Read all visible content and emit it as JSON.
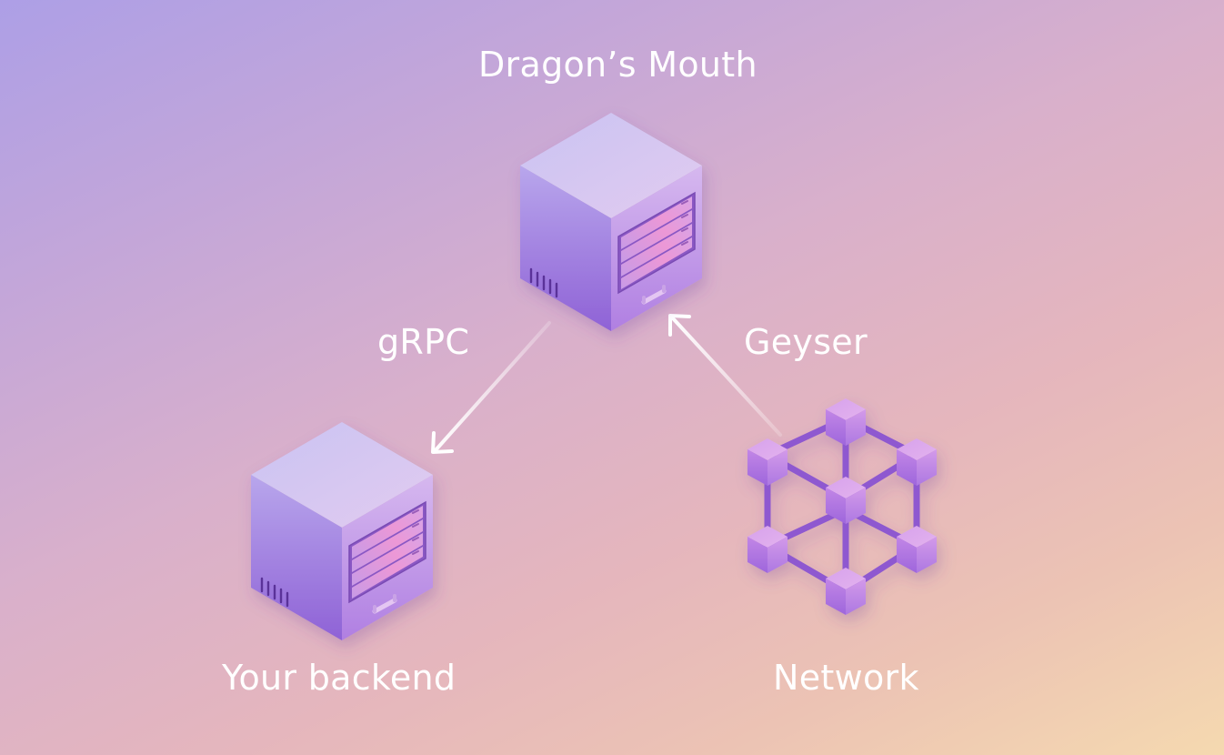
{
  "diagram": {
    "nodes": [
      {
        "id": "dragons-mouth",
        "label": "Dragon’s Mouth",
        "icon": "server-icon"
      },
      {
        "id": "your-backend",
        "label": "Your backend",
        "icon": "server-icon"
      },
      {
        "id": "network",
        "label": "Network",
        "icon": "blockchain-network-icon"
      }
    ],
    "edges": [
      {
        "from": "dragons-mouth",
        "to": "your-backend",
        "label": "gRPC"
      },
      {
        "from": "network",
        "to": "dragons-mouth",
        "label": "Geyser"
      }
    ]
  },
  "colors": {
    "text": "#ffffff",
    "server_body": "#b79de8",
    "server_drawer": "#e49ad8",
    "node_cube": "#b27de8",
    "bg_top_left": "#ad9fe6",
    "bg_bottom_right": "#f5d9b0"
  }
}
